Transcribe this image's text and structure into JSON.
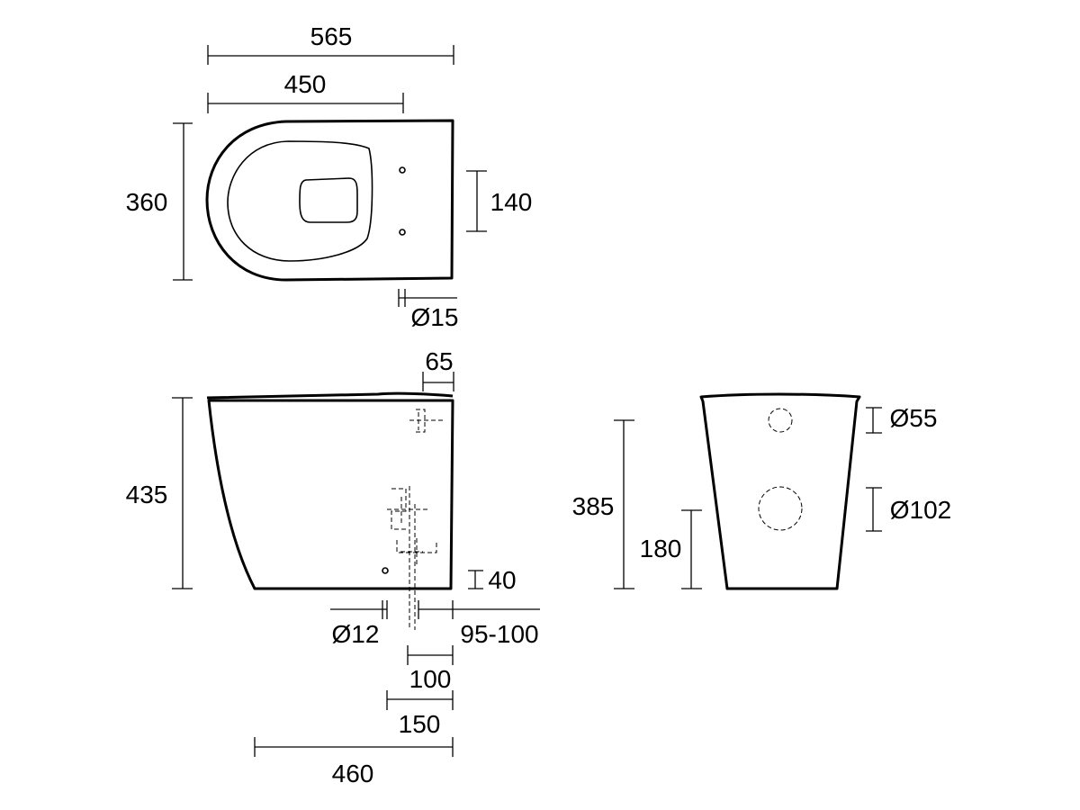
{
  "diagram": {
    "top_view": {
      "overall_length": "565",
      "fixing_length": "450",
      "width": "360",
      "fixing_spacing": "140",
      "fixing_hole_diameter": "Ø15"
    },
    "side_view": {
      "rear_offset": "65",
      "height": "435",
      "inlet_height": "40",
      "fixing_diameter": "Ø12",
      "waste_setout": "95-100",
      "dim_100": "100",
      "dim_150": "150",
      "base_length": "460"
    },
    "rear_view": {
      "inlet_diameter": "Ø55",
      "outlet_diameter": "Ø102",
      "inlet_height": "385",
      "outlet_height": "180"
    }
  }
}
